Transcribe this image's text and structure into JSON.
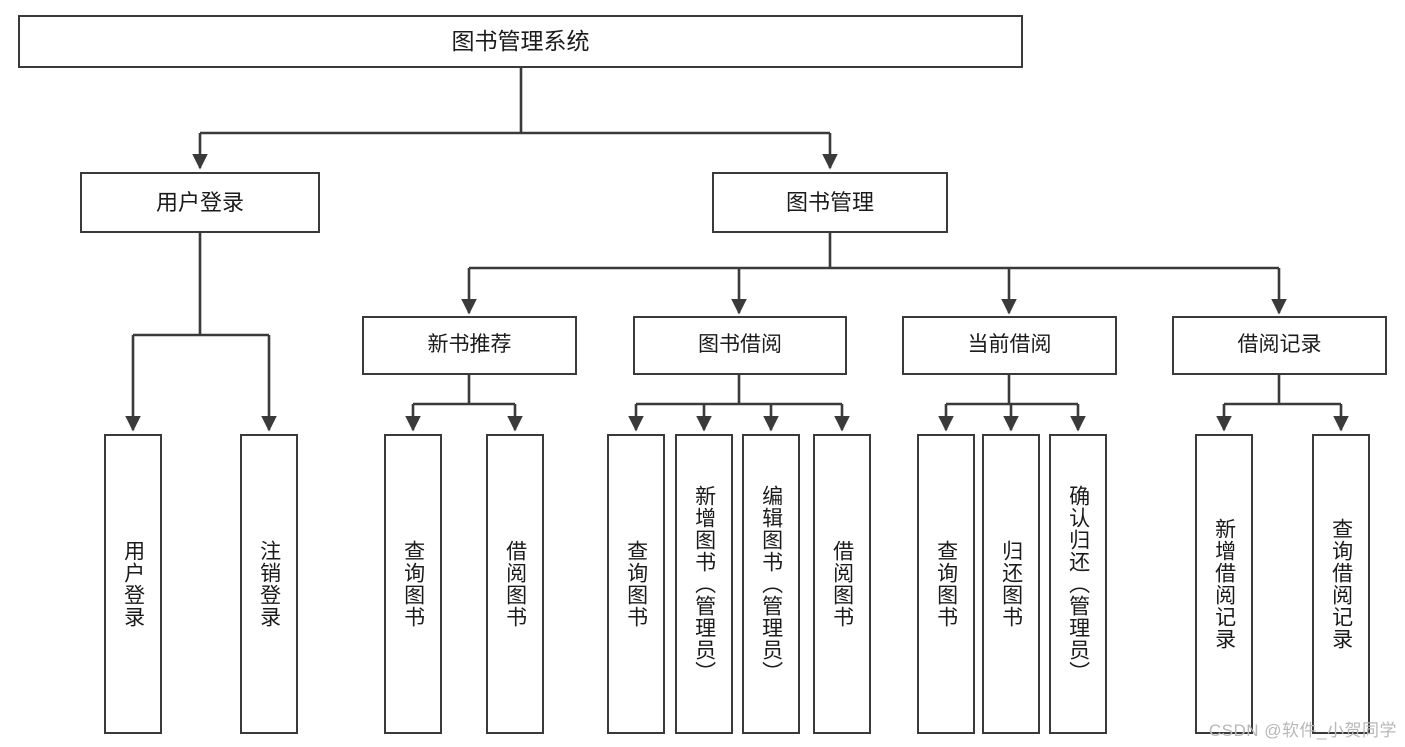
{
  "diagram": {
    "title": "图书管理系统",
    "type": "tree",
    "background_color": "#ffffff",
    "line_color": "#3a3a3a",
    "text_color": "#1b1b1b"
  },
  "root": {
    "label": "图书管理系统"
  },
  "level2": [
    {
      "label": "用户登录"
    },
    {
      "label": "图书管理"
    }
  ],
  "level3": [
    {
      "label": "新书推荐"
    },
    {
      "label": "图书借阅"
    },
    {
      "label": "当前借阅"
    },
    {
      "label": "借阅记录"
    }
  ],
  "leaves": [
    {
      "label": "用户登录"
    },
    {
      "label": "注销登录"
    },
    {
      "label": "查询图书"
    },
    {
      "label": "借阅图书"
    },
    {
      "label": "查询图书"
    },
    {
      "label": "新增图书（管理员）"
    },
    {
      "label": "编辑图书（管理员）"
    },
    {
      "label": "借阅图书"
    },
    {
      "label": "查询图书"
    },
    {
      "label": "归还图书"
    },
    {
      "label": "确认归还（管理员）"
    },
    {
      "label": "新增借阅记录"
    },
    {
      "label": "查询借阅记录"
    }
  ],
  "watermark": {
    "text": "CSDN @软件_小贺同学",
    "color": "#b8b8b8"
  }
}
